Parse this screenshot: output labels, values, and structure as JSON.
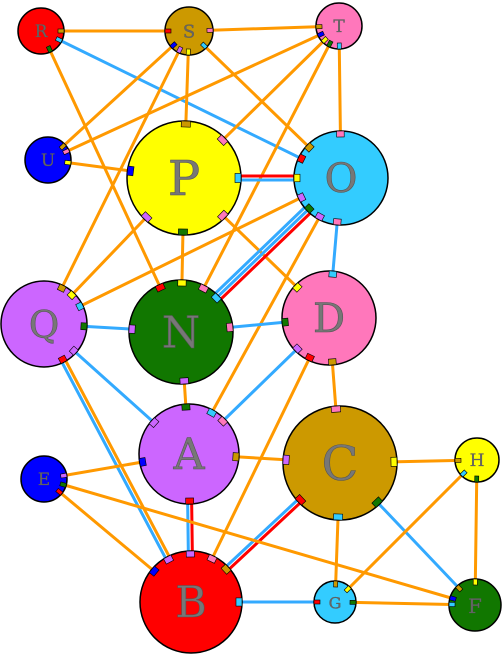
{
  "nodes": [
    {
      "id": "R",
      "label": "R",
      "color": "#ff0000"
    },
    {
      "id": "S",
      "label": "S",
      "color": "#cc9900"
    },
    {
      "id": "T",
      "label": "T",
      "color": "#ff77bb"
    },
    {
      "id": "U",
      "label": "U",
      "color": "#0000ff"
    },
    {
      "id": "P",
      "label": "P",
      "color": "#ffff00"
    },
    {
      "id": "O",
      "label": "O",
      "color": "#33ccff"
    },
    {
      "id": "Q",
      "label": "Q",
      "color": "#cc66ff"
    },
    {
      "id": "N",
      "label": "N",
      "color": "#117700"
    },
    {
      "id": "D",
      "label": "D",
      "color": "#ff77bb"
    },
    {
      "id": "A",
      "label": "A",
      "color": "#cc66ff"
    },
    {
      "id": "C",
      "label": "C",
      "color": "#cc9900"
    },
    {
      "id": "H",
      "label": "H",
      "color": "#ffff00"
    },
    {
      "id": "E",
      "label": "E",
      "color": "#0000ff"
    },
    {
      "id": "B",
      "label": "B",
      "color": "#ff0000"
    },
    {
      "id": "G",
      "label": "G",
      "color": "#33ccff"
    },
    {
      "id": "F",
      "label": "F",
      "color": "#117700"
    }
  ],
  "edges": [
    {
      "from": "R",
      "to": "S",
      "colors": [
        "#ff9900"
      ]
    },
    {
      "from": "R",
      "to": "O",
      "colors": [
        "#33aaff"
      ]
    },
    {
      "from": "R",
      "to": "N",
      "colors": [
        "#ff9900"
      ]
    },
    {
      "from": "S",
      "to": "T",
      "colors": [
        "#ff9900"
      ]
    },
    {
      "from": "S",
      "to": "U",
      "colors": [
        "#ff9900"
      ]
    },
    {
      "from": "S",
      "to": "Q",
      "colors": [
        "#ff9900"
      ]
    },
    {
      "from": "S",
      "to": "P",
      "colors": [
        "#ff9900"
      ]
    },
    {
      "from": "S",
      "to": "O",
      "colors": [
        "#ff9900"
      ]
    },
    {
      "from": "T",
      "to": "U",
      "colors": [
        "#ff9900"
      ]
    },
    {
      "from": "T",
      "to": "P",
      "colors": [
        "#ff9900"
      ]
    },
    {
      "from": "T",
      "to": "O",
      "colors": [
        "#ff9900"
      ]
    },
    {
      "from": "T",
      "to": "N",
      "colors": [
        "#ff9900"
      ]
    },
    {
      "from": "U",
      "to": "P",
      "colors": [
        "#ff9900"
      ]
    },
    {
      "from": "P",
      "to": "O",
      "colors": [
        "#ff0000",
        "#33aaff"
      ]
    },
    {
      "from": "P",
      "to": "Q",
      "colors": [
        "#ff9900"
      ]
    },
    {
      "from": "P",
      "to": "N",
      "colors": [
        "#ff9900"
      ]
    },
    {
      "from": "P",
      "to": "D",
      "colors": [
        "#ff9900"
      ]
    },
    {
      "from": "O",
      "to": "Q",
      "colors": [
        "#ff9900"
      ]
    },
    {
      "from": "O",
      "to": "N",
      "colors": [
        "#ff0000",
        "#33aaff",
        "#33aaff"
      ]
    },
    {
      "from": "O",
      "to": "D",
      "colors": [
        "#33aaff"
      ]
    },
    {
      "from": "O",
      "to": "A",
      "colors": [
        "#ff9900"
      ]
    },
    {
      "from": "Q",
      "to": "N",
      "colors": [
        "#33aaff"
      ]
    },
    {
      "from": "Q",
      "to": "A",
      "colors": [
        "#33aaff"
      ]
    },
    {
      "from": "Q",
      "to": "B",
      "colors": [
        "#ff9900",
        "#33aaff"
      ]
    },
    {
      "from": "N",
      "to": "D",
      "colors": [
        "#33aaff"
      ]
    },
    {
      "from": "N",
      "to": "A",
      "colors": [
        "#ff9900"
      ]
    },
    {
      "from": "D",
      "to": "A",
      "colors": [
        "#33aaff"
      ]
    },
    {
      "from": "D",
      "to": "C",
      "colors": [
        "#ff9900"
      ]
    },
    {
      "from": "D",
      "to": "B",
      "colors": [
        "#ff9900"
      ]
    },
    {
      "from": "A",
      "to": "C",
      "colors": [
        "#ff9900"
      ]
    },
    {
      "from": "A",
      "to": "E",
      "colors": [
        "#ff9900"
      ]
    },
    {
      "from": "A",
      "to": "B",
      "colors": [
        "#ff0000",
        "#33aaff"
      ]
    },
    {
      "from": "C",
      "to": "H",
      "colors": [
        "#ff9900"
      ]
    },
    {
      "from": "C",
      "to": "B",
      "colors": [
        "#ff0000",
        "#33aaff"
      ]
    },
    {
      "from": "C",
      "to": "G",
      "colors": [
        "#ff9900"
      ]
    },
    {
      "from": "C",
      "to": "F",
      "colors": [
        "#33aaff"
      ]
    },
    {
      "from": "H",
      "to": "F",
      "colors": [
        "#ff9900"
      ]
    },
    {
      "from": "H",
      "to": "G",
      "colors": [
        "#ff9900"
      ]
    },
    {
      "from": "E",
      "to": "B",
      "colors": [
        "#ff9900"
      ]
    },
    {
      "from": "E",
      "to": "F",
      "colors": [
        "#ff9900"
      ]
    },
    {
      "from": "B",
      "to": "G",
      "colors": [
        "#33aaff"
      ]
    },
    {
      "from": "G",
      "to": "F",
      "colors": [
        "#ff9900"
      ]
    }
  ]
}
